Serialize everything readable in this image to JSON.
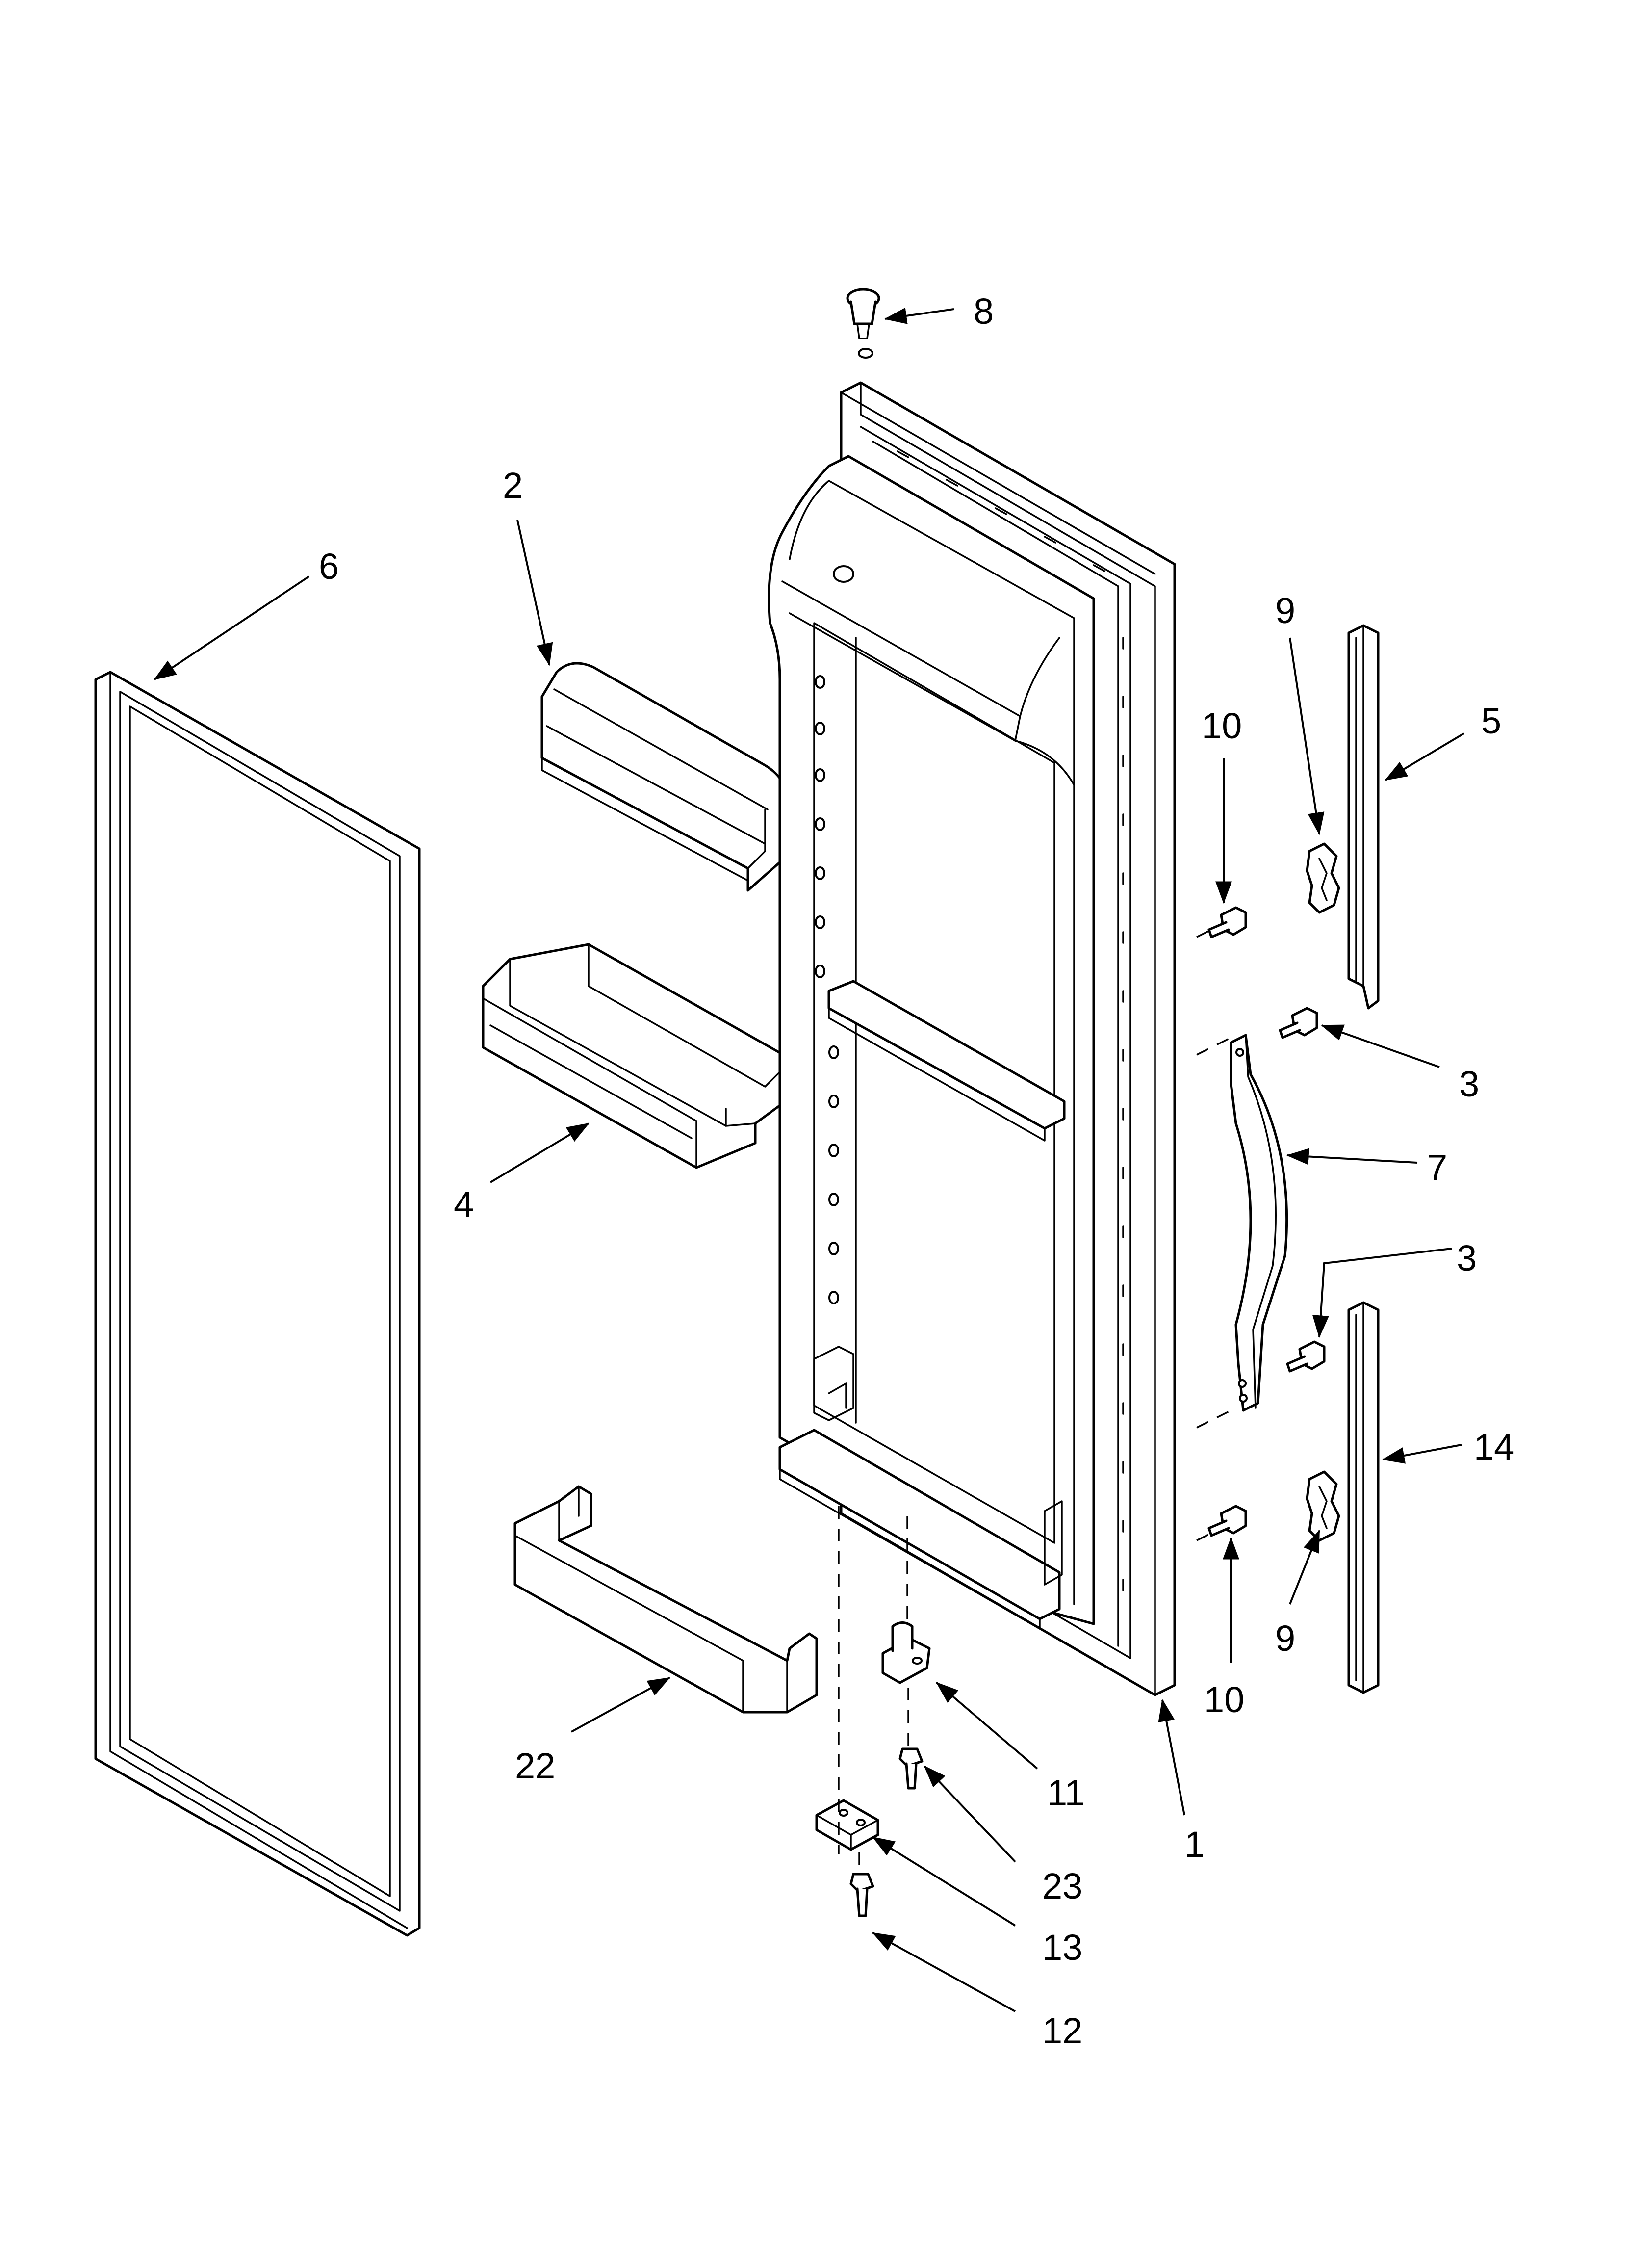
{
  "callouts": {
    "c1": "1",
    "c2": "2",
    "c3a": "3",
    "c3b": "3",
    "c4": "4",
    "c5": "5",
    "c6": "6",
    "c7": "7",
    "c8": "8",
    "c9a": "9",
    "c9b": "9",
    "c10a": "10",
    "c10b": "10",
    "c11": "11",
    "c12": "12",
    "c13": "13",
    "c14": "14",
    "c22": "22",
    "c23": "23"
  },
  "colors": {
    "line": "#000000",
    "background": "#ffffff"
  }
}
